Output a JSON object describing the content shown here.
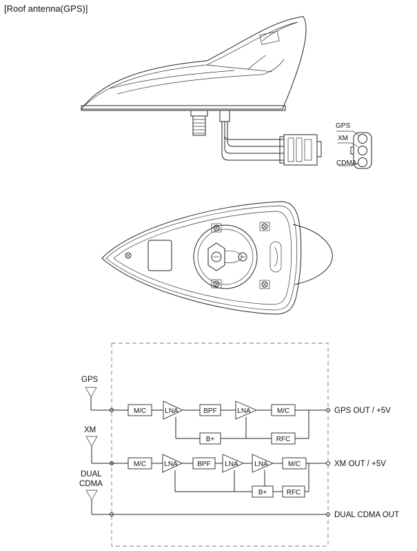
{
  "title": "[Roof antenna(GPS)]",
  "connector": {
    "pins": [
      "GPS",
      "XM",
      "CDMA"
    ]
  },
  "inputs": {
    "gps": "GPS",
    "xm": "XM",
    "cdma_line1": "DUAL",
    "cdma_line2": "CDMA"
  },
  "outputs": {
    "gps": "GPS OUT / +5V",
    "xm": "XM OUT / +5V",
    "cdma": "DUAL CDMA OUT"
  },
  "blocks": {
    "mc": "M/C",
    "lna": "LNA",
    "bpf": "BPF",
    "bplus": "B+",
    "rfc": "RFC"
  }
}
